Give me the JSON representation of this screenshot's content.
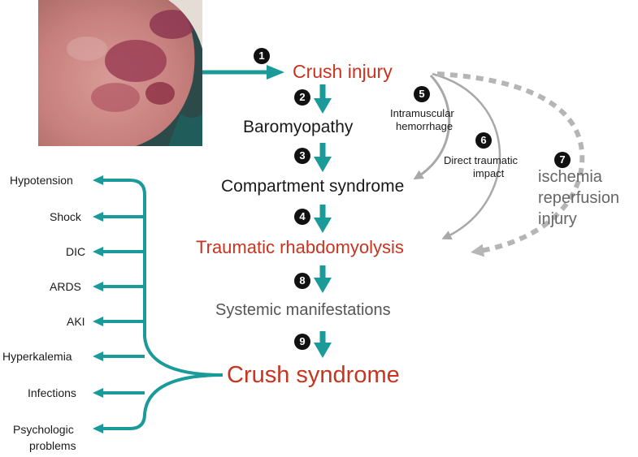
{
  "colors": {
    "teal": "#1a9a98",
    "red": "#c8341f",
    "gray_arrow": "#a8a8a8",
    "dash_arrow": "#b5b5b5",
    "badge": "#111111"
  },
  "photo": {
    "icon": "injured-limb-photo"
  },
  "flow": {
    "crush_injury": "Crush injury",
    "baromyopathy": "Baromyopathy",
    "compartment": "Compartment syndrome",
    "rhabdo": "Traumatic rhabdomyolysis",
    "systemic": "Systemic manifestations",
    "crush_syndrome": "Crush syndrome"
  },
  "badges": [
    "1",
    "2",
    "3",
    "4",
    "5",
    "6",
    "7",
    "8",
    "9"
  ],
  "side_labels": {
    "intramuscular": [
      "Intramuscular",
      "hemorrhage"
    ],
    "direct": [
      "Direct traumatic",
      "impact"
    ],
    "ischemia": [
      "ischemia",
      "reperfusion",
      "injury"
    ]
  },
  "complications": [
    "Hypotension",
    "Shock",
    "DIC",
    "ARDS",
    "AKI",
    "Hyperkalemia",
    "Infections"
  ],
  "complication_last": [
    "Psychologic",
    "problems"
  ]
}
